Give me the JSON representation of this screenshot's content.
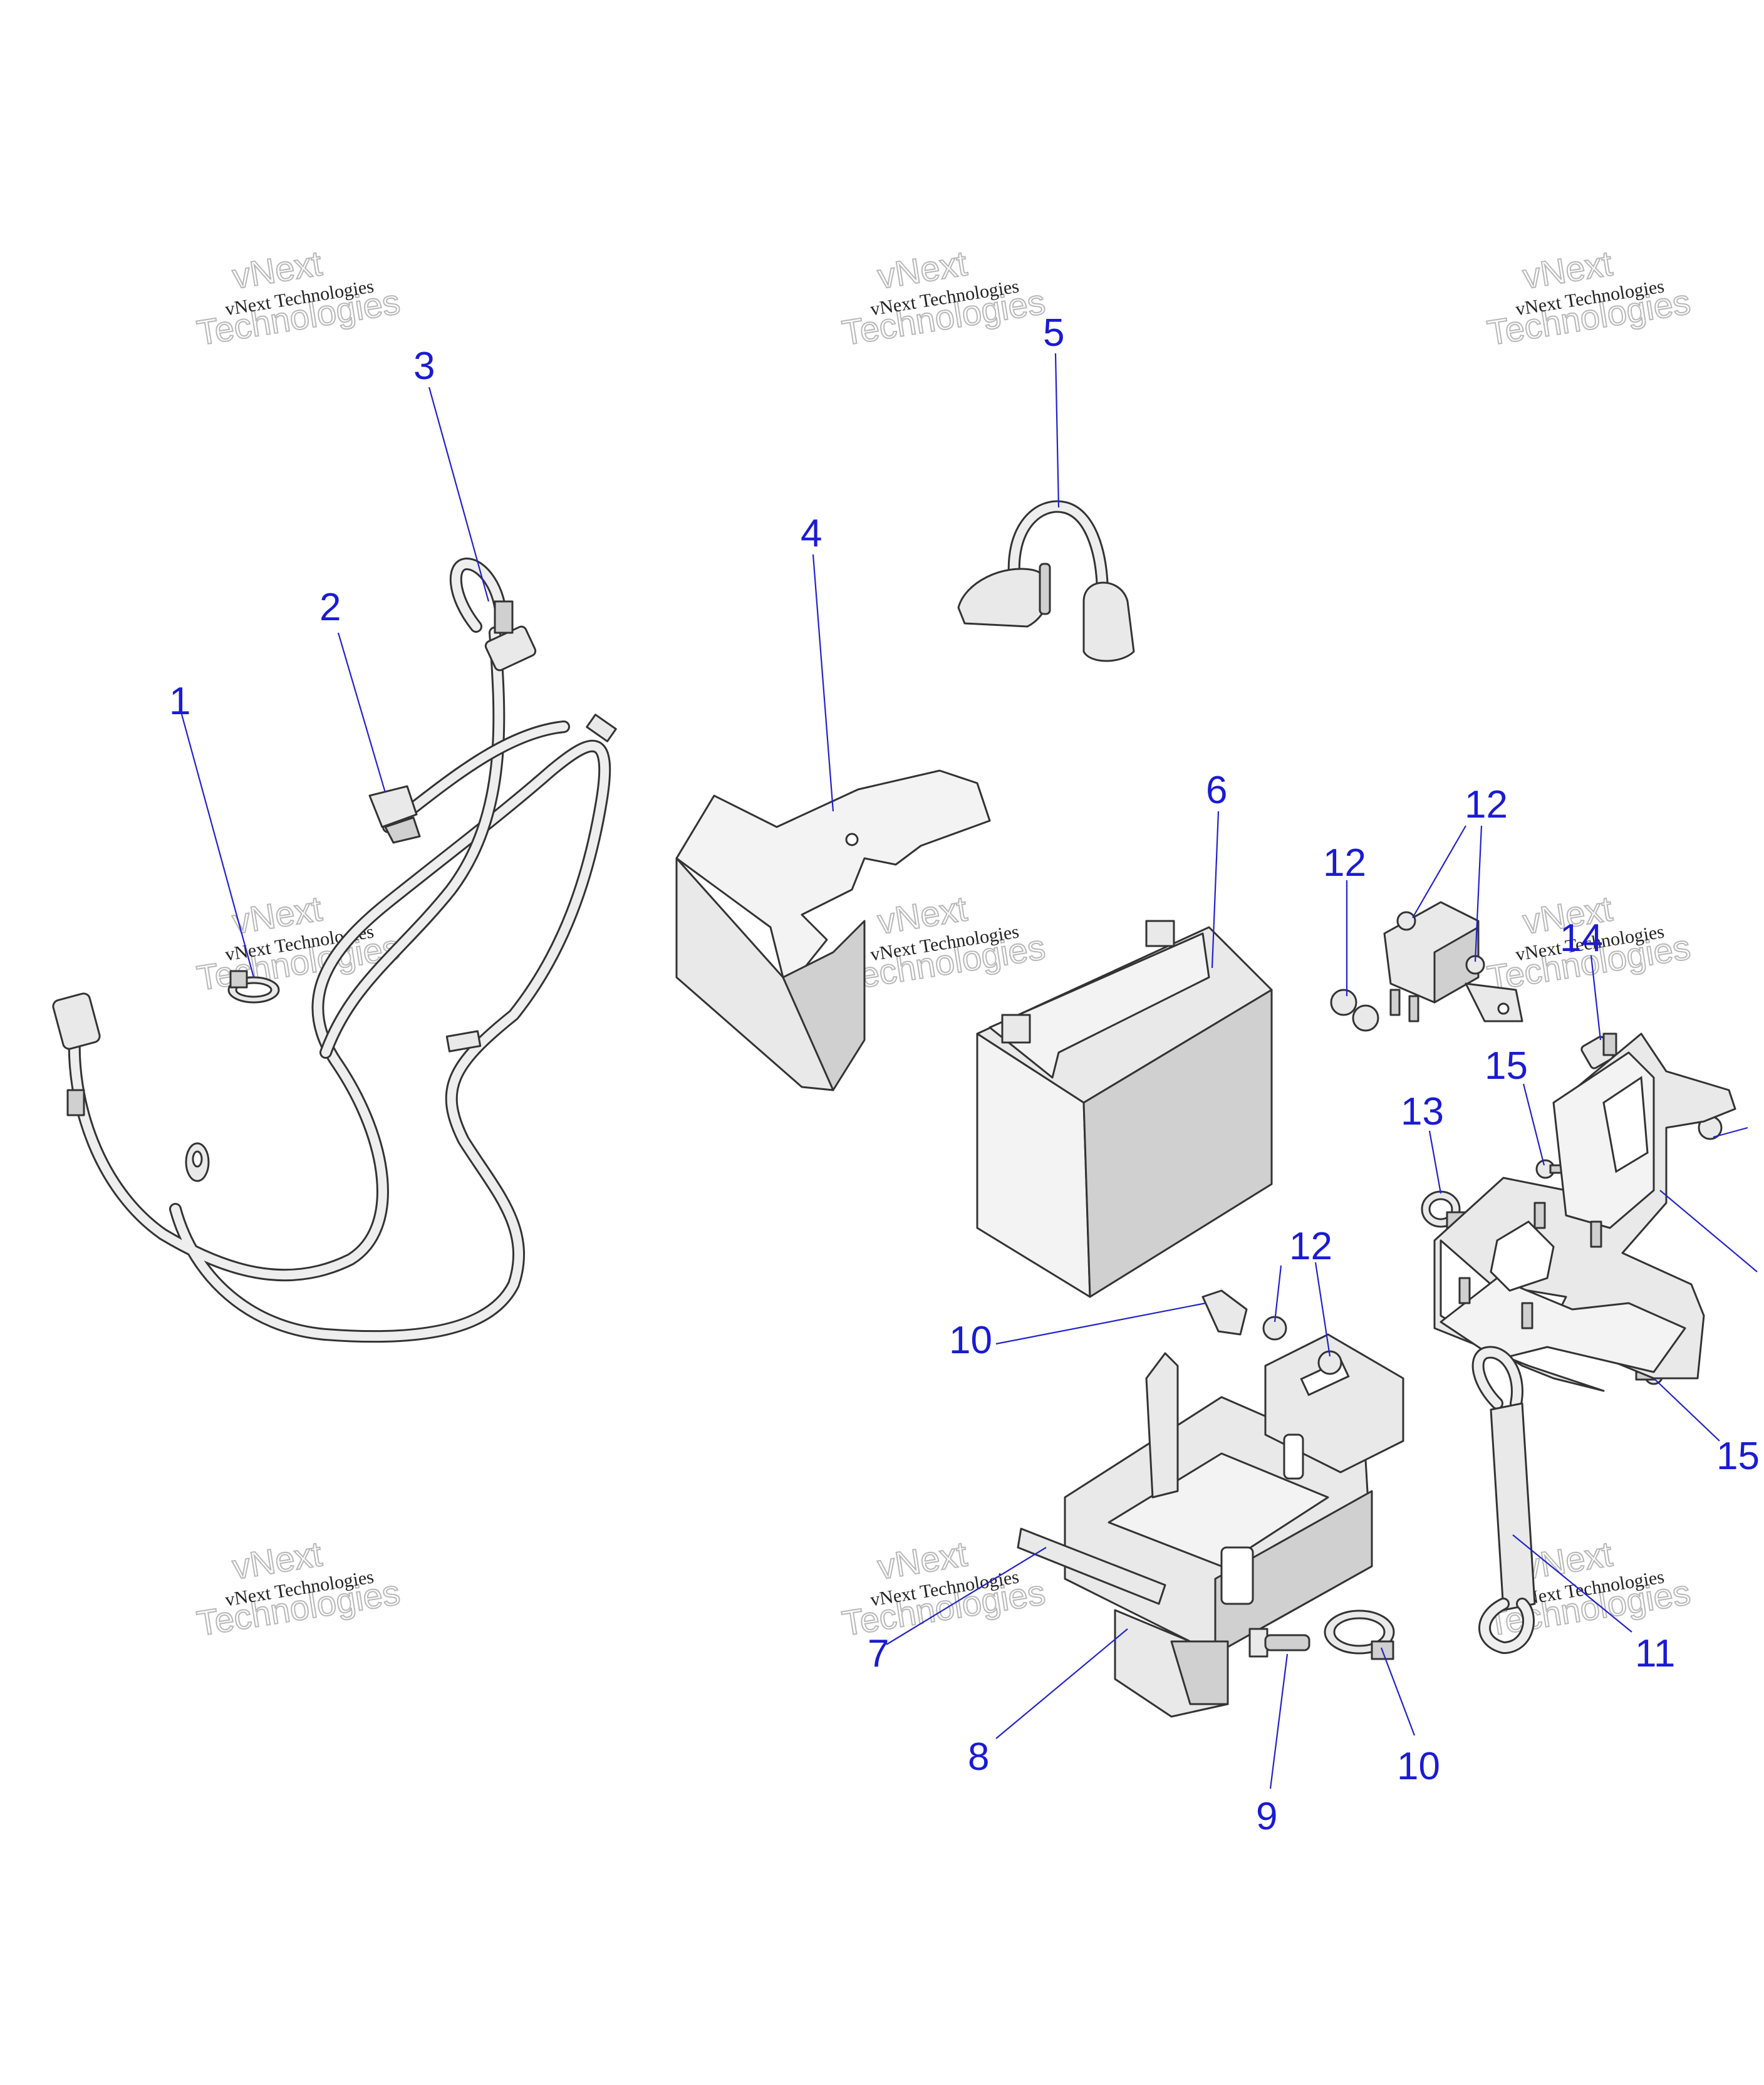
{
  "watermark": {
    "line1": "vNext Technologies",
    "line2": "vNext",
    "line3": "Technologies"
  },
  "callouts": [
    "1",
    "2",
    "3",
    "4",
    "5",
    "6",
    "7",
    "8",
    "9",
    "10",
    "11",
    "12",
    "13",
    "14",
    "15"
  ],
  "callout_repeats": {
    "item_10": "10",
    "item_12": "12",
    "item_15": "15"
  },
  "colors": {
    "callout": "#1a1ad6",
    "leader": "#2222cc",
    "part_fill": "#e9e9e9",
    "outline": "#333333"
  }
}
